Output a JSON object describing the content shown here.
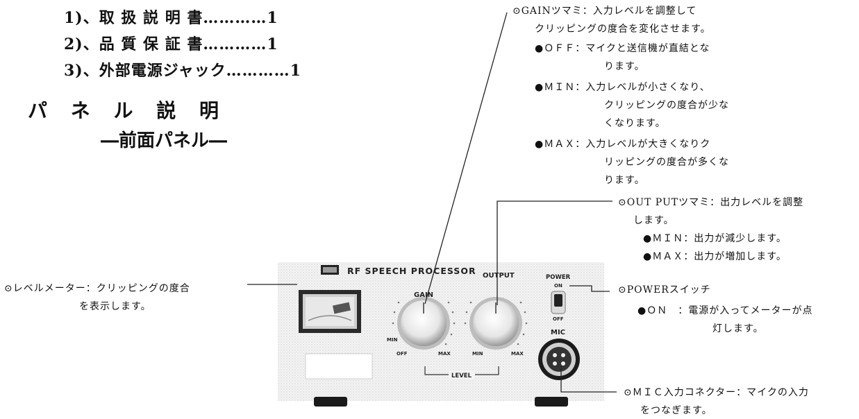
{
  "contents_list": [
    "1)、取 扱 説 明 書…………1",
    "2)、品 質 保 証 書…………1",
    "3)、外部電源ジャック…………1"
  ],
  "section": {
    "title": "パ ネ ル 説 明",
    "subtitle": "―前面パネル―"
  },
  "gain_note": {
    "heading": "⊙GAINツマミ：入力レベルを調整して",
    "heading_cont": "クリッピングの度合を変化させます。",
    "items": [
      "●ＯＦＦ：マイクと送信機が直結とな",
      "ります。",
      "●ＭＩＮ：入力レベルが小さくなり、",
      "クリッピングの度合が少な",
      "くなります。",
      "●ＭＡＸ：入力レベルが大きくなりク",
      "リッピングの度合が多くな",
      "ります。"
    ]
  },
  "output_note": {
    "heading": "⊙OUT PUTツマミ：出力レベルを調整",
    "heading_cont": "します。",
    "items": [
      "●ＭＩＮ：出力が減少します。",
      "●ＭＡＸ：出力が増加します。"
    ]
  },
  "power_note": {
    "heading": "⊙POWERスイッチ",
    "items": [
      "●ＯＮ　：電源が入ってメーターが点",
      "灯します。"
    ]
  },
  "meter_note": {
    "line1": "⊙レベルメーター：クリッピングの度合",
    "line2": "を表示します。"
  },
  "mic_note": {
    "line1": "⊙ＭＩＣ入力コネクター：マイクの入力",
    "line2": "をつなぎます。"
  },
  "panel_labels": {
    "brand": "RF SPEECH PROCESSOR",
    "gain": "GAIN",
    "output": "OUTPUT",
    "power": "POWER",
    "on": "ON",
    "off": "OFF",
    "mic": "MIC",
    "level": "LEVEL",
    "min": "MIN",
    "max": "MAX"
  }
}
